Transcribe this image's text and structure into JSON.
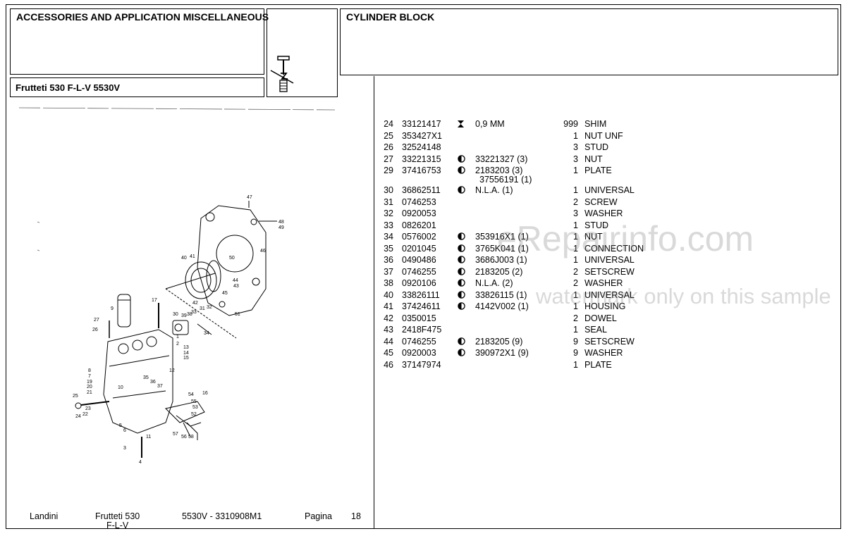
{
  "header": {
    "section_title": "ACCESSORIES AND APPLICATION MISCELLANEOUS",
    "group_title": "CYLINDER BLOCK",
    "model": "Frutteti 530 F-L-V 5530V",
    "icon": "tractor-part-icon"
  },
  "parts": [
    {
      "no": "24",
      "part": "33121417",
      "sym": "hourglass",
      "sub": "0,9 MM",
      "sub2": "",
      "qty": "999",
      "desc": "SHIM"
    },
    {
      "no": "25",
      "part": "353427X1",
      "sym": "",
      "sub": "",
      "sub2": "",
      "qty": "1",
      "desc": "NUT UNF"
    },
    {
      "no": "26",
      "part": "32524148",
      "sym": "",
      "sub": "",
      "sub2": "",
      "qty": "3",
      "desc": "STUD"
    },
    {
      "no": "27",
      "part": "33221315",
      "sym": "half-circle",
      "sub": "33221327  (3)",
      "sub2": "",
      "qty": "3",
      "desc": "NUT"
    },
    {
      "no": "29",
      "part": "37416753",
      "sym": "half-circle",
      "sub": "2183203  (3)",
      "sub2": "37556191  (1)",
      "qty": "1",
      "desc": "PLATE"
    },
    {
      "no": "30",
      "part": "36862511",
      "sym": "half-circle",
      "sub": "N.L.A.  (1)",
      "sub2": "",
      "qty": "1",
      "desc": "UNIVERSAL"
    },
    {
      "no": "31",
      "part": "0746253",
      "sym": "",
      "sub": "",
      "sub2": "",
      "qty": "2",
      "desc": "SCREW"
    },
    {
      "no": "32",
      "part": "0920053",
      "sym": "",
      "sub": "",
      "sub2": "",
      "qty": "3",
      "desc": "WASHER"
    },
    {
      "no": "33",
      "part": "0826201",
      "sym": "",
      "sub": "",
      "sub2": "",
      "qty": "1",
      "desc": "STUD"
    },
    {
      "no": "34",
      "part": "0576002",
      "sym": "half-circle",
      "sub": "353916X1  (1)",
      "sub2": "",
      "qty": "1",
      "desc": "NUT"
    },
    {
      "no": "35",
      "part": "0201045",
      "sym": "half-circle",
      "sub": "3765K041  (1)",
      "sub2": "",
      "qty": "1",
      "desc": "CONNECTION"
    },
    {
      "no": "36",
      "part": "0490486",
      "sym": "half-circle",
      "sub": "3686J003  (1)",
      "sub2": "",
      "qty": "1",
      "desc": "UNIVERSAL"
    },
    {
      "no": "37",
      "part": "0746255",
      "sym": "half-circle",
      "sub": "2183205  (2)",
      "sub2": "",
      "qty": "2",
      "desc": "SETSCREW"
    },
    {
      "no": "38",
      "part": "0920106",
      "sym": "half-circle",
      "sub": "N.L.A.  (2)",
      "sub2": "",
      "qty": "2",
      "desc": "WASHER"
    },
    {
      "no": "40",
      "part": "33826111",
      "sym": "half-circle",
      "sub": "33826115  (1)",
      "sub2": "",
      "qty": "1",
      "desc": "UNIVERSAL"
    },
    {
      "no": "41",
      "part": "37424611",
      "sym": "half-circle",
      "sub": "4142V002  (1)",
      "sub2": "",
      "qty": "1",
      "desc": "HOUSING"
    },
    {
      "no": "42",
      "part": "0350015",
      "sym": "",
      "sub": "",
      "sub2": "",
      "qty": "2",
      "desc": "DOWEL"
    },
    {
      "no": "43",
      "part": "2418F475",
      "sym": "",
      "sub": "",
      "sub2": "",
      "qty": "1",
      "desc": "SEAL"
    },
    {
      "no": "44",
      "part": "0746255",
      "sym": "half-circle",
      "sub": "2183205  (9)",
      "sub2": "",
      "qty": "9",
      "desc": "SETSCREW"
    },
    {
      "no": "45",
      "part": "0920003",
      "sym": "half-circle",
      "sub": "390972X1  (9)",
      "sub2": "",
      "qty": "9",
      "desc": "WASHER"
    },
    {
      "no": "46",
      "part": "37147974",
      "sym": "",
      "sub": "",
      "sub2": "",
      "qty": "1",
      "desc": "PLATE"
    }
  ],
  "diagram_labels": [
    "47",
    "48",
    "49",
    "46",
    "50",
    "40",
    "41",
    "43",
    "44",
    "45",
    "51",
    "42",
    "31",
    "32",
    "33",
    "34",
    "30",
    "39",
    "38",
    "9",
    "17",
    "27",
    "26",
    "1",
    "2",
    "13",
    "14",
    "15",
    "12",
    "8",
    "7",
    "19",
    "20",
    "21",
    "35",
    "36",
    "37",
    "10",
    "25",
    "24",
    "22",
    "23",
    "5",
    "6",
    "54",
    "16",
    "55",
    "53",
    "52",
    "11",
    "3",
    "4",
    "57",
    "56",
    "58"
  ],
  "footer": {
    "brand": "Landini",
    "model_line1": "Frutteti 530",
    "model_line2": "F-L-V",
    "code": "5530V - 3310908M1",
    "page_label": "Pagina",
    "page_no": "18"
  },
  "watermark": {
    "line1": "eRepairinfo.com",
    "line2": "watermark only on this sample"
  }
}
